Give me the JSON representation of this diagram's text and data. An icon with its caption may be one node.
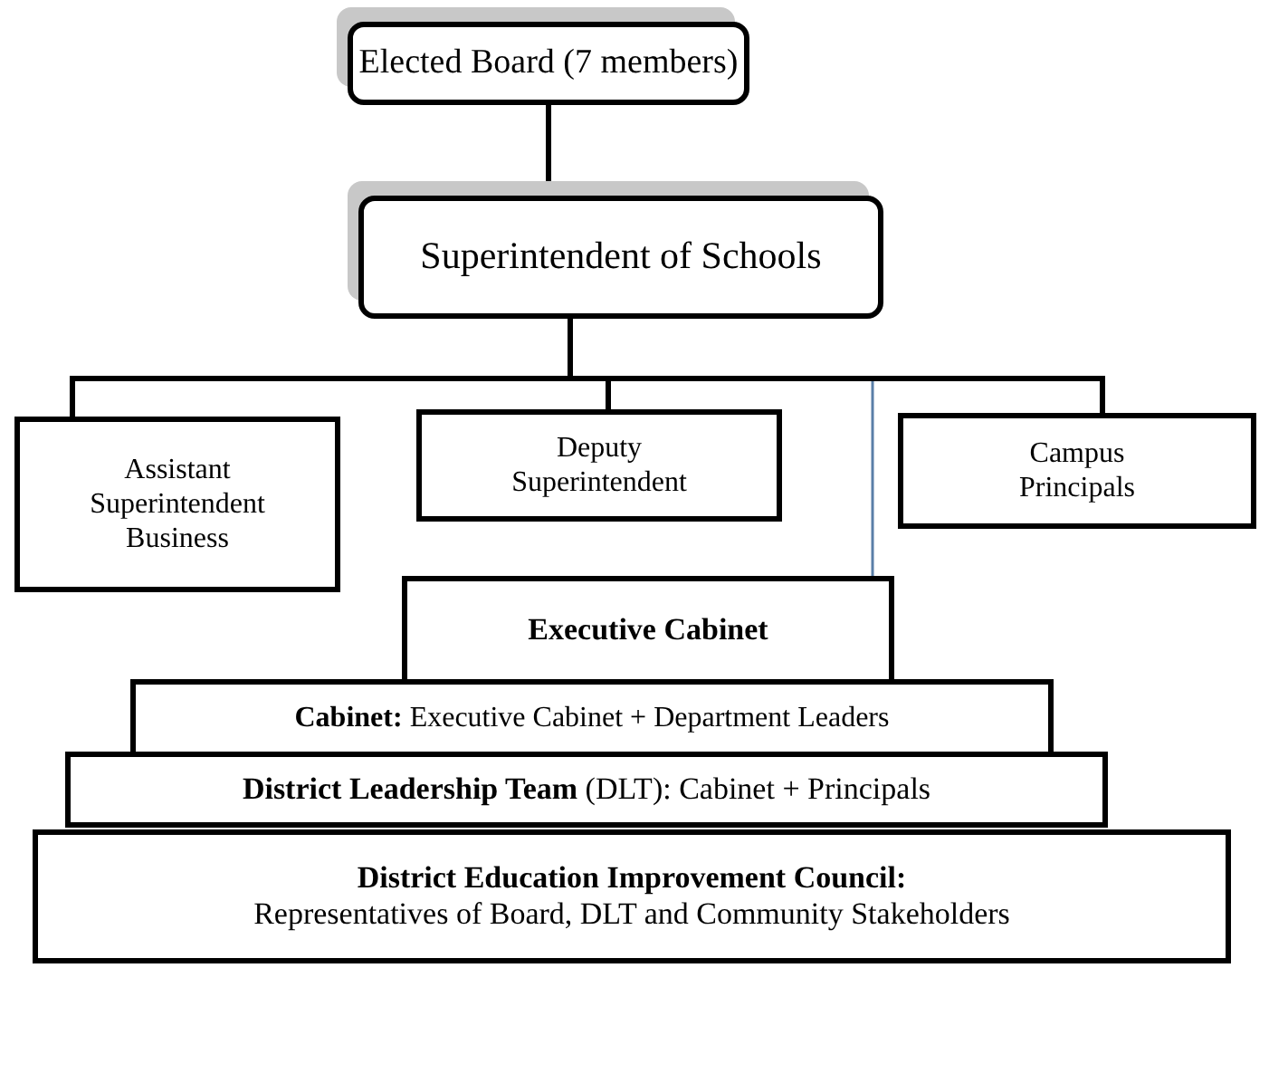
{
  "diagram": {
    "nodes": [
      {
        "text": [
          "Elected Board (7 members)"
        ]
      },
      {
        "text": [
          "Superintendent of Schools"
        ]
      },
      {
        "text": [
          "Assistant Superintendent Business"
        ]
      },
      {
        "text": [
          "Deputy Superintendent"
        ]
      },
      {
        "text": [
          "Campus Principals"
        ]
      },
      {
        "text": [
          "Executive Cabinet"
        ]
      },
      {
        "text": [
          "**Cabinet:** Executive Cabinet + Department Leaders"
        ]
      },
      {
        "text": [
          "**District Leadership Team** (DLT): Cabinet + Principals"
        ]
      },
      {
        "text": [
          "District Education Improvement Council:",
          "Representatives of Board, DLT and Community Stakeholders"
        ]
      }
    ],
    "edges": [
      {
        "from": 0,
        "to": 1,
        "arrow": "none"
      },
      {
        "from": 1,
        "to": 2,
        "arrow": "none"
      },
      {
        "from": 1,
        "to": 3,
        "arrow": "none"
      },
      {
        "from": 1,
        "to": 4,
        "arrow": "none"
      },
      {
        "from": 1,
        "to": 5,
        "arrow": "none",
        "color": "#5a7fa8"
      }
    ]
  }
}
